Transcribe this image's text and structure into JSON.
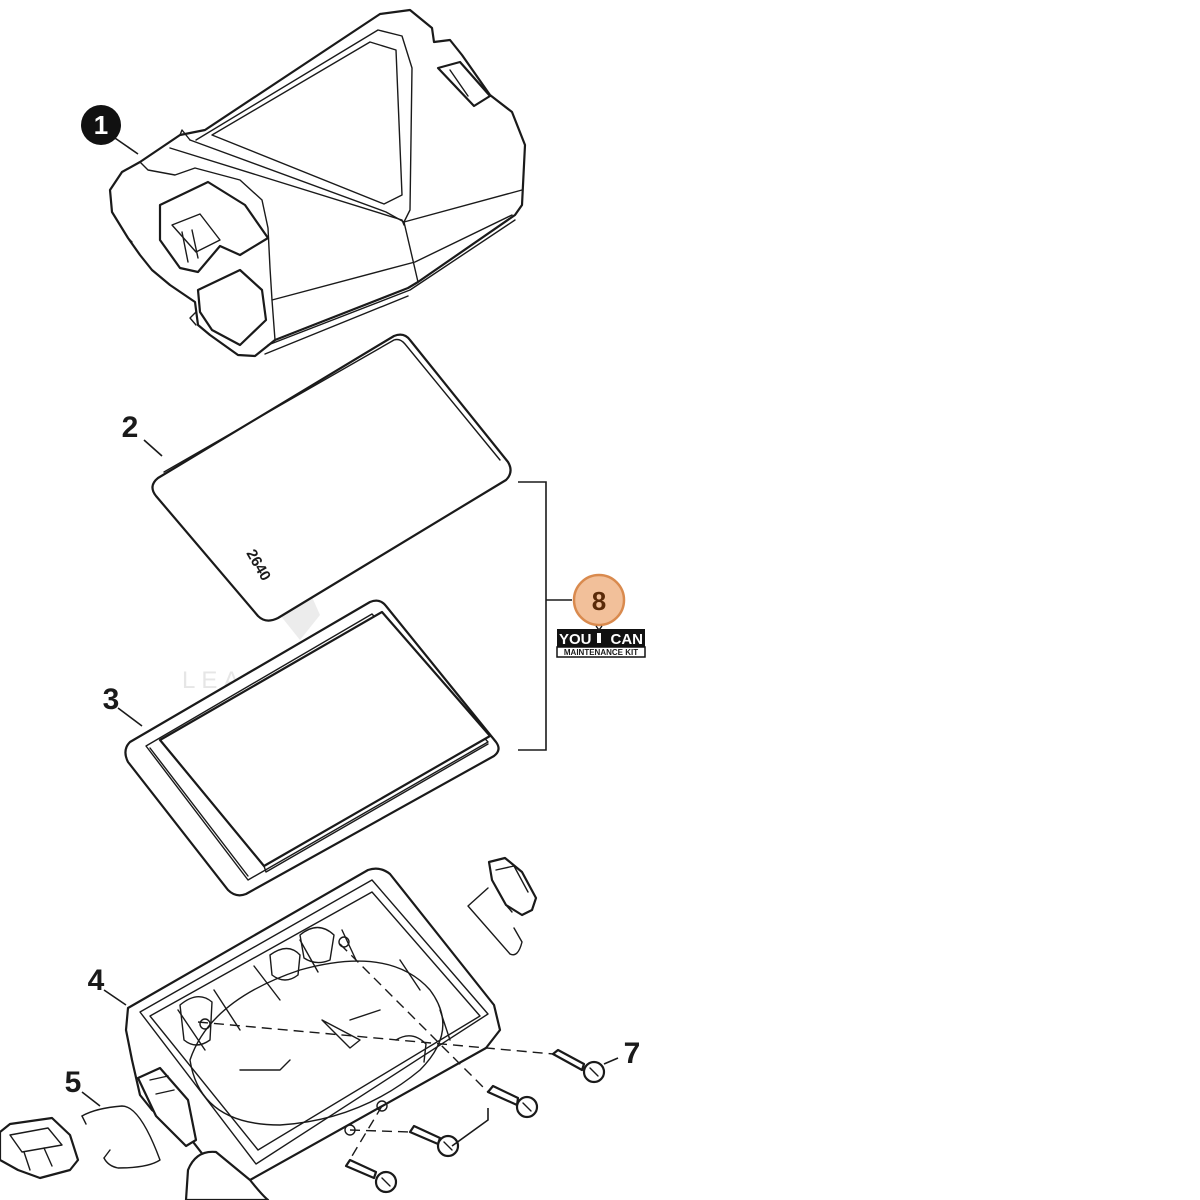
{
  "callouts": {
    "c1": "1",
    "c2": "2",
    "c3": "3",
    "c4": "4",
    "c5": "5",
    "c7": "7",
    "c8": "8"
  },
  "filter_stamp": "2640",
  "kit_logo": {
    "top_left": "YOU",
    "top_right": "CAN",
    "bottom": "MAINTENANCE KIT"
  },
  "watermark": "LEADVENTURE",
  "colors": {
    "line": "#1a1a1a",
    "kit_badge_fill": "#f2c09a",
    "kit_badge_stroke": "#d98a4e",
    "watermark": "#e6e6e6"
  }
}
